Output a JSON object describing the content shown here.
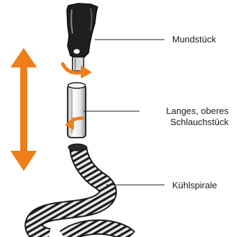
{
  "labels": {
    "mouthpiece": "Mundstück",
    "upper_hose_line1": "Langes, oberes",
    "upper_hose_line2": "Schlauchstück",
    "cooling_coil": "Kühlspirale"
  },
  "colors": {
    "accent": "#ee7d1a",
    "ink": "#1a1a1a",
    "background": "#ffffff"
  }
}
